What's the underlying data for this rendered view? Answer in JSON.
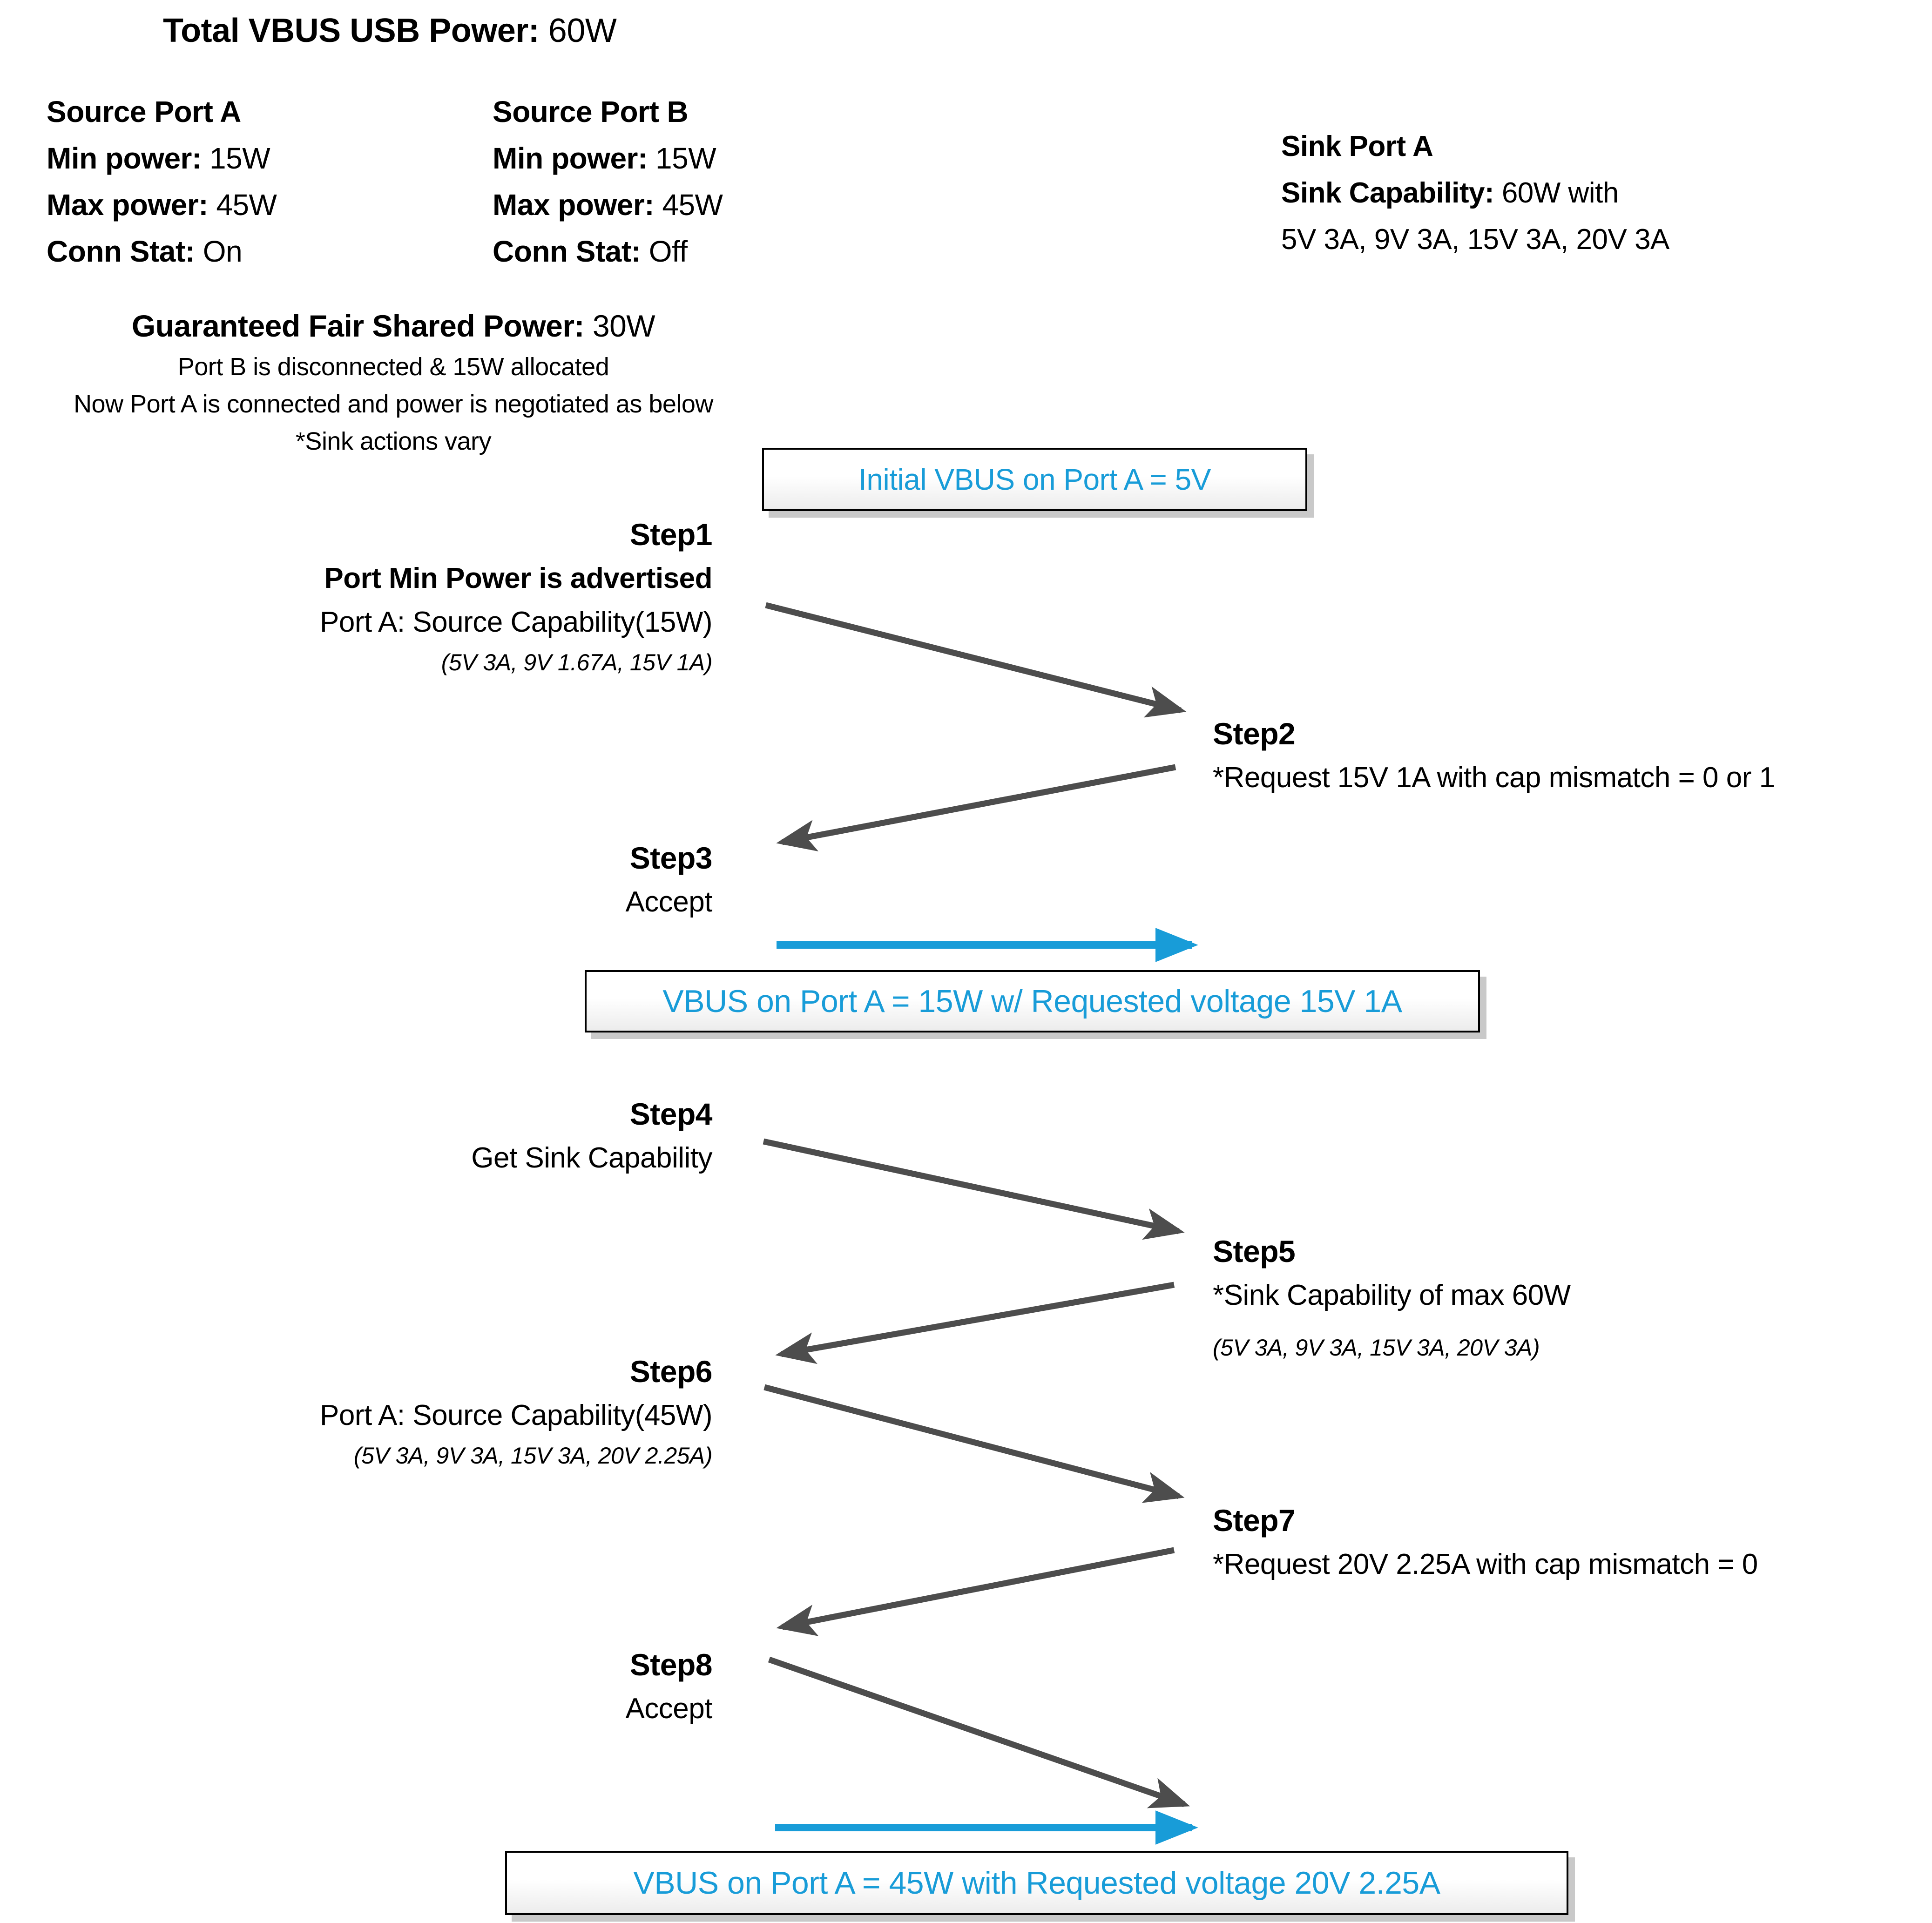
{
  "title": {
    "label": "Total VBUS USB Power:",
    "value": "60W"
  },
  "source_port_a": {
    "title": "Source Port A",
    "min_label": "Min power:",
    "min_value": "15W",
    "max_label": "Max power:",
    "max_value": "45W",
    "conn_label": "Conn Stat:",
    "conn_value": "On"
  },
  "source_port_b": {
    "title": "Source Port B",
    "min_label": "Min power:",
    "min_value": "15W",
    "max_label": "Max power:",
    "max_value": "45W",
    "conn_label": "Conn Stat:",
    "conn_value": "Off"
  },
  "sink_port_a": {
    "title": "Sink Port A",
    "cap_label": "Sink Capability:",
    "cap_value": "60W with",
    "cap_detail": "5V 3A, 9V 3A, 15V 3A, 20V 3A"
  },
  "fair_share": {
    "label": "Guaranteed Fair Shared Power:",
    "value": "30W",
    "line1": "Port B is disconnected & 15W allocated",
    "line2": "Now Port A is connected and power is negotiated as below",
    "line3": "*Sink actions vary"
  },
  "banners": {
    "initial": "Initial VBUS on Port A = 5V",
    "mid": "VBUS on Port A = 15W w/ Requested voltage 15V 1A",
    "final": "VBUS on Port A = 45W with Requested voltage 20V 2.25A"
  },
  "steps": {
    "step1": {
      "title": "Step1",
      "line1": "Port Min Power is advertised",
      "line2": "Port A: Source Capability(15W)",
      "detail": "(5V 3A, 9V 1.67A, 15V 1A)"
    },
    "step2": {
      "title": "Step2",
      "line1": "*Request 15V 1A with cap mismatch = 0 or 1"
    },
    "step3": {
      "title": "Step3",
      "line1": "Accept"
    },
    "step4": {
      "title": "Step4",
      "line1": "Get Sink Capability"
    },
    "step5": {
      "title": "Step5",
      "line1": "*Sink Capability of max 60W",
      "detail": "(5V 3A, 9V 3A, 15V 3A, 20V 3A)"
    },
    "step6": {
      "title": "Step6",
      "line1": "Port A: Source Capability(45W)",
      "detail": "(5V 3A, 9V 3A, 15V 3A, 20V 2.25A)"
    },
    "step7": {
      "title": "Step7",
      "line1": "*Request 20V 2.25A with cap mismatch = 0"
    },
    "step8": {
      "title": "Step8",
      "line1": "Accept"
    }
  },
  "colors": {
    "accent": "#189CD8",
    "arrow_gray": "#4D4D4D"
  }
}
